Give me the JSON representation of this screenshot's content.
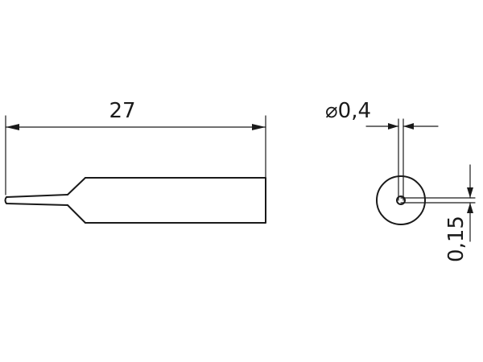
{
  "dimensions": {
    "length": "27",
    "tip_diameter": "⌀0,4",
    "tip_thickness": "0,15"
  },
  "colors": {
    "ink": "#1a1a1a",
    "background": "#ffffff"
  }
}
